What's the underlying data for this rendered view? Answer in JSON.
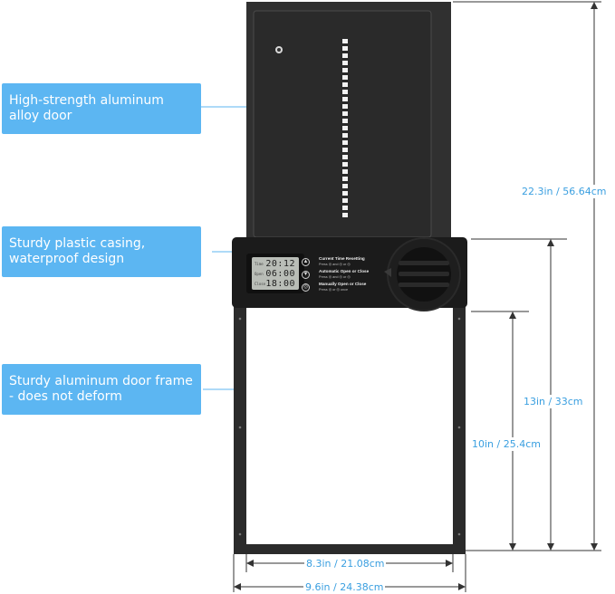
{
  "callouts": {
    "door": "High-strength aluminum\nalloy door",
    "casing": "Sturdy plastic casing,\nwaterproof design",
    "frame": "Sturdy aluminum door frame\n- does not deform"
  },
  "dimensions": {
    "total_height": "22.3in / 56.64cm",
    "frame_height": "13in / 33cm",
    "opening_height": "10in / 25.4cm",
    "inner_width": "8.3in / 21.08cm",
    "outer_width": "9.6in / 24.38cm"
  },
  "control_panel": {
    "lcd": [
      {
        "tag": "Time",
        "value": "20:12"
      },
      {
        "tag": "Open",
        "value": "06:00"
      },
      {
        "tag": "Close",
        "value": "18:00"
      }
    ],
    "instructions": [
      {
        "title": "Current Time Resetting",
        "text": "Press ◎ and ◎ or ◎"
      },
      {
        "title": "Automatic Open or Close",
        "text": "Press ◎ and ◎ or ◎"
      },
      {
        "title": "Manually Open or Close",
        "text": "Press ◎ or ◎ once"
      }
    ],
    "buttons": [
      "up-button",
      "down-button",
      "mode-button"
    ]
  },
  "colors": {
    "callout_bg": "#5cb6f2",
    "dimension_text": "#3a9fe0",
    "door": "#2f2f2f",
    "casing": "#1e1e1e"
  }
}
